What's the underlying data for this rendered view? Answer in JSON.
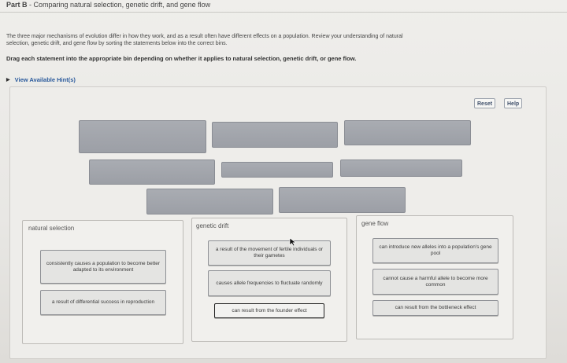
{
  "header": {
    "part_label": "Part B",
    "part_title": " - Comparing natural selection, genetic drift, and gene flow"
  },
  "intro": {
    "line1": "The three major mechanisms of evolution differ in how they work, and as a result often have different effects on a population. Review your understanding of natural",
    "line2": "selection, genetic drift, and gene flow by sorting the statements below into the correct bins."
  },
  "instruction": "Drag each statement into the appropriate bin depending on whether it applies to natural selection, genetic drift, or gene flow.",
  "hint": {
    "label": "View Available Hint(s)",
    "icon": "triangle-right-icon"
  },
  "toolbar": {
    "reset_label": "Reset",
    "help_label": "Help"
  },
  "bins": [
    {
      "label": "natural selection",
      "cards": [
        "consistently causes a population to become better adapted to its environment",
        "a result of differential success in reproduction"
      ]
    },
    {
      "label": "genetic drift",
      "cards": [
        "a result of the movement of fertile individuals or their gametes",
        "causes allele frequencies to fluctuate randomly",
        "can result from the founder effect"
      ]
    },
    {
      "label": "gene flow",
      "cards": [
        "can introduce new alleles into a population's gene pool",
        "cannot cause a harmful allele to become more common",
        "can result from the bottleneck effect"
      ]
    }
  ],
  "colors": {
    "tile_gray": "#a9acb2",
    "hint_blue": "#2a5a9c",
    "button_text": "#3f4f6a"
  }
}
